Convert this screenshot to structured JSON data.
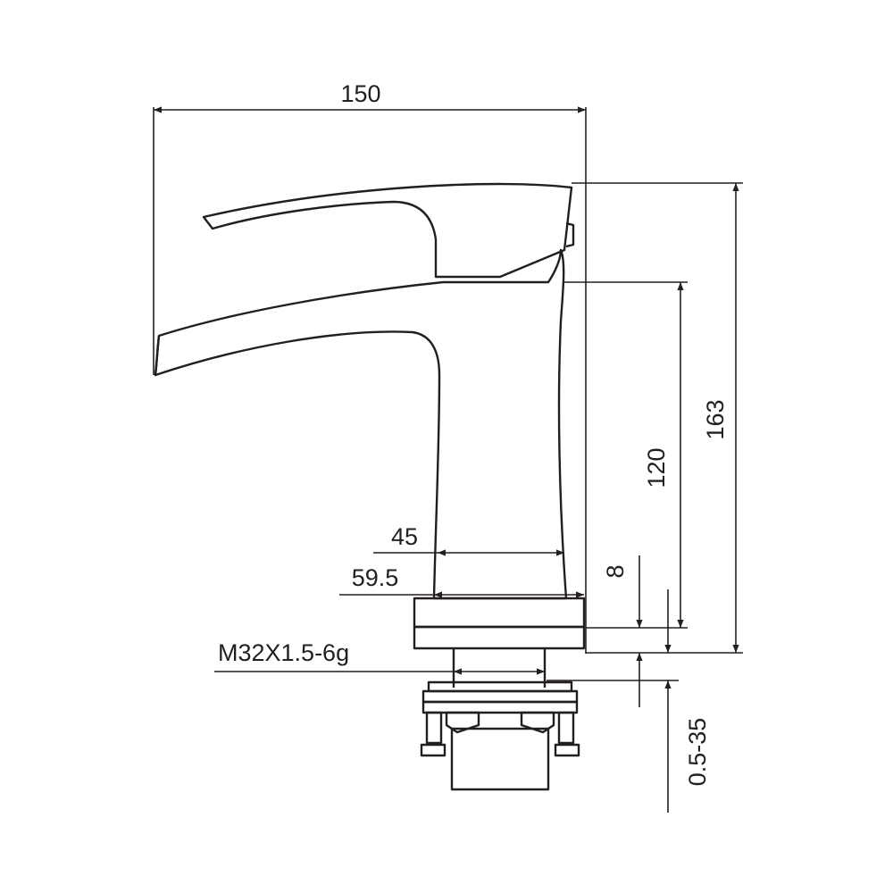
{
  "dimensions": {
    "total_length": "150",
    "total_height": "163",
    "spout_height": "120",
    "body_width": "45",
    "base_width": "59.5",
    "base_thickness": "8",
    "thread": "M32X1.5-6g",
    "countertop_range": "0.5-35"
  },
  "colors": {
    "line": "#231f20",
    "background": "#ffffff"
  }
}
